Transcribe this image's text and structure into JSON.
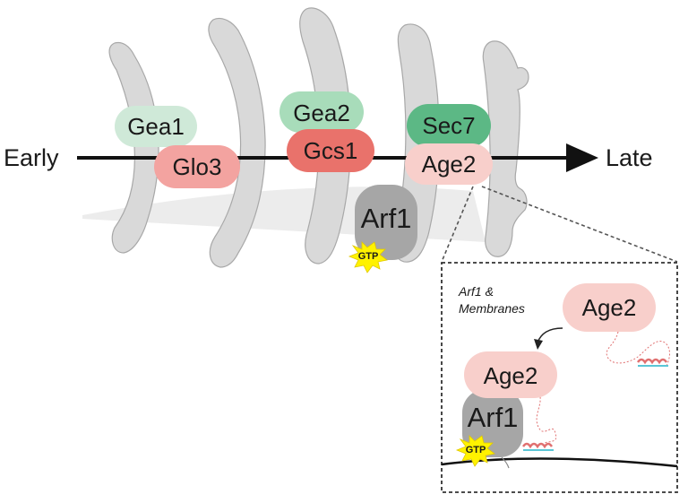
{
  "axis": {
    "start_label": "Early",
    "end_label": "Late"
  },
  "proteins": {
    "gea1": "Gea1",
    "glo3": "Glo3",
    "gea2": "Gea2",
    "gcs1": "Gcs1",
    "sec7": "Sec7",
    "age2": "Age2",
    "arf1": "Arf1",
    "gtp": "GTP"
  },
  "inset": {
    "note_line1": "Arf1 &",
    "note_line2": "Membranes",
    "age2_free": "Age2",
    "age2_bound": "Age2",
    "arf1": "Arf1",
    "gtp": "GTP"
  },
  "colors": {
    "cisterna": "#d9d9d9",
    "light_green": "#cfe9d8",
    "medium_green": "#a8dcba",
    "dark_green": "#5cb885",
    "light_red": "#f3a3a0",
    "red": "#e9726b",
    "pink": "#f8cfcb",
    "arf_gray": "#a6a6a6",
    "gtp_yellow": "#fff200"
  }
}
